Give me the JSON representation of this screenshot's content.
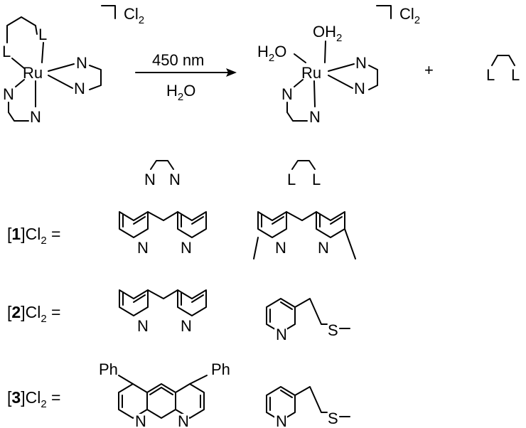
{
  "reaction": {
    "complex_charge": "Cl",
    "complex_charge_count": "2",
    "product_charge": "Cl",
    "product_charge_count": "2",
    "metal": "Ru",
    "donor_n": "N",
    "ligand_l": "L",
    "water_h": "H",
    "water_o": "O",
    "water_sub": "2",
    "condition_wavelength": "450 nm",
    "condition_solvent_h": "H",
    "condition_solvent_o": "O",
    "condition_solvent_sub": "2",
    "plus": "+"
  },
  "legend_headers": {
    "nn": "N N",
    "ll": "L L"
  },
  "compounds": [
    {
      "id": "1",
      "open": "[",
      "close": "]Cl",
      "sub": "2",
      "eq": " =",
      "nn_ligand": "bpy",
      "ll_ligand": "6,6'-dimethyl-bpy"
    },
    {
      "id": "2",
      "open": "[",
      "close": "]Cl",
      "sub": "2",
      "eq": " =",
      "nn_ligand": "bpy",
      "ll_ligand": "2-(methylthiomethyl)pyridine"
    },
    {
      "id": "3",
      "open": "[",
      "close": "]Cl",
      "sub": "2",
      "eq": " =",
      "nn_ligand": "4,7-diphenyl-phen",
      "ll_ligand": "2-(methylthiomethyl)pyridine",
      "substituent": "Ph"
    }
  ],
  "atoms": {
    "N": "N",
    "S": "S",
    "Ph": "Ph"
  }
}
